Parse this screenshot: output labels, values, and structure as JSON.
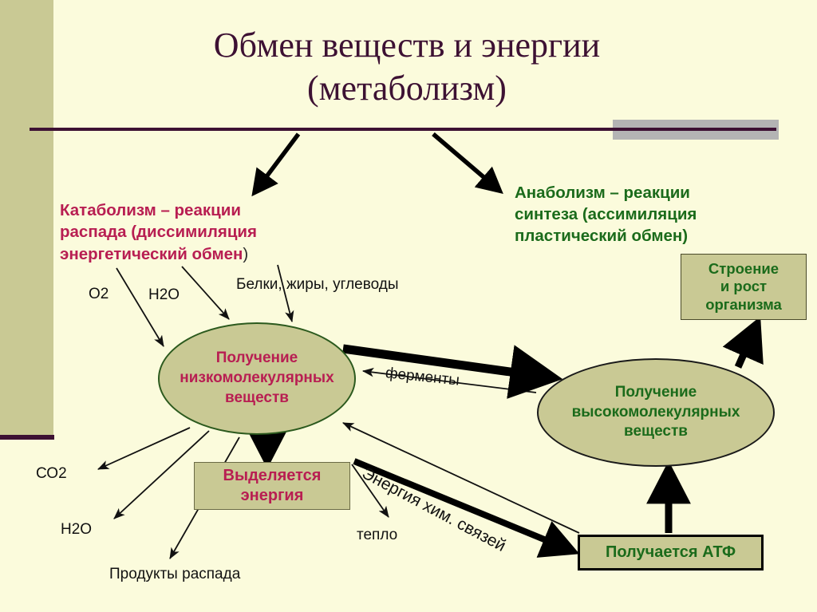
{
  "slide": {
    "title": "Обмен веществ и энергии\n(метаболизм)",
    "background_color": "#fbfbdc",
    "accent_color": "#3d1133",
    "sidebar_color": "#c9c994",
    "plate_color": "#b4b4b4"
  },
  "branches": {
    "catabolism": {
      "text": "Катаболизм – реакции\nраспада (диссимиляция\nэнергетический обмен",
      "closing_paren": ")",
      "color": "#b81e52"
    },
    "anabolism": {
      "text": "Анаболизм – реакции\nсинтеза  (ассимиляция\nпластический обмен)",
      "color": "#1b6b1b"
    }
  },
  "inputs": {
    "o2": "О2",
    "h2o": "Н2О",
    "nutrients": "Белки, жиры, углеводы"
  },
  "outputs": {
    "co2": "СО2",
    "h2o": "Н2О",
    "decay_products": "Продукты распада",
    "heat": "тепло"
  },
  "nodes": {
    "low_molecular": {
      "label": "Получение\nнизкомолекулярных\nвеществ",
      "shape": "ellipse",
      "fill": "#c9c994",
      "text_color": "#b81e52"
    },
    "high_molecular": {
      "label": "Получение\nвысокомолекулярных\nвеществ",
      "shape": "ellipse",
      "fill": "#c9c994",
      "text_color": "#1b6b1b"
    },
    "energy_released": {
      "label": "Выделяется\nэнергия",
      "shape": "rect",
      "fill": "#c9c994",
      "text_color": "#b81e52"
    },
    "atp": {
      "label": "Получается АТФ",
      "shape": "rect",
      "fill": "#c9c994",
      "text_color": "#1b6b1b"
    },
    "growth": {
      "label": "Строение\nи рост\nорганизма",
      "shape": "rect",
      "fill": "#c9c994",
      "text_color": "#1b6b1b"
    }
  },
  "edges": {
    "enzymes": "ферменты",
    "chemical_bond_energy": "Энергия хим. связей"
  }
}
